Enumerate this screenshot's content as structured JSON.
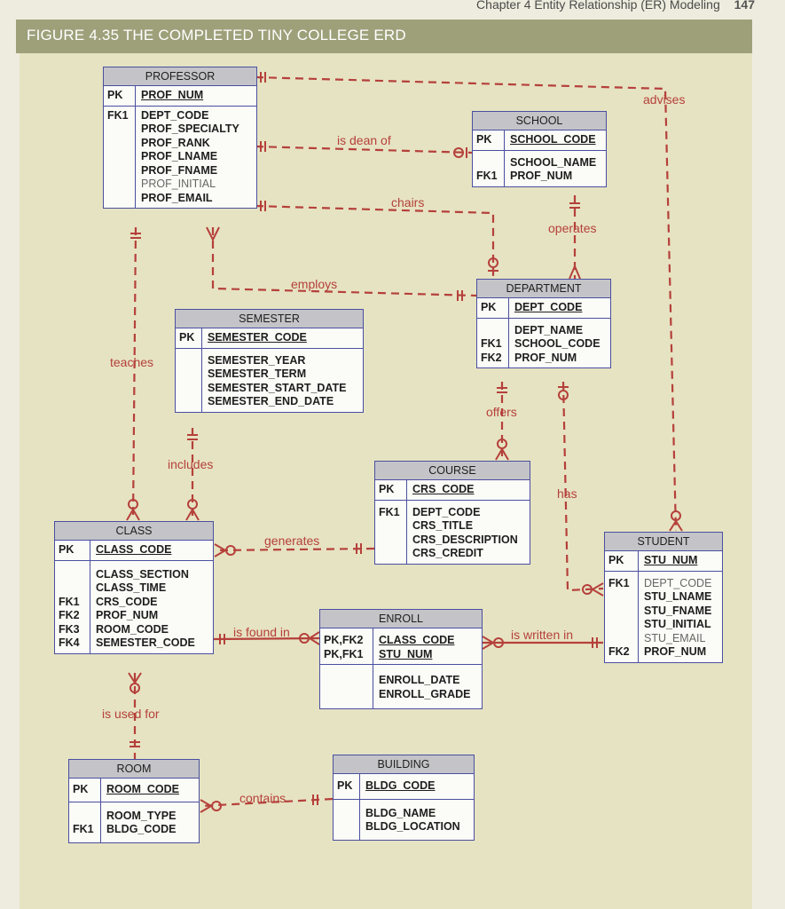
{
  "header": {
    "chapter": "Chapter 4   Entity Relationship (ER) Modeling",
    "page_number": "147"
  },
  "figure_title": "FIGURE 4.35  THE COMPLETED TINY COLLEGE ERD",
  "entities": {
    "professor": {
      "name": "PROFESSOR",
      "pk_keys": "PK",
      "pk_attrs": [
        "PROF_NUM"
      ],
      "fk_keys": [
        "FK1"
      ],
      "attrs": [
        "DEPT_CODE",
        "PROF_SPECIALTY",
        "PROF_RANK",
        "PROF_LNAME",
        "PROF_FNAME",
        "PROF_INITIAL",
        "PROF_EMAIL"
      ]
    },
    "school": {
      "name": "SCHOOL",
      "pk_keys": "PK",
      "pk_attrs": [
        "SCHOOL_CODE"
      ],
      "fk_keys": [
        "",
        "FK1"
      ],
      "attrs": [
        "SCHOOL_NAME",
        "PROF_NUM"
      ]
    },
    "department": {
      "name": "DEPARTMENT",
      "pk_keys": "PK",
      "pk_attrs": [
        "DEPT_CODE"
      ],
      "fk_keys": [
        "",
        "FK1",
        "FK2"
      ],
      "attrs": [
        "DEPT_NAME",
        "SCHOOL_CODE",
        "PROF_NUM"
      ]
    },
    "semester": {
      "name": "SEMESTER",
      "pk_keys": "PK",
      "pk_attrs": [
        "SEMESTER_CODE"
      ],
      "fk_keys": [],
      "attrs": [
        "SEMESTER_YEAR",
        "SEMESTER_TERM",
        "SEMESTER_START_DATE",
        "SEMESTER_END_DATE"
      ]
    },
    "course": {
      "name": "COURSE",
      "pk_keys": "PK",
      "pk_attrs": [
        "CRS_CODE"
      ],
      "fk_keys": [
        "FK1"
      ],
      "attrs": [
        "DEPT_CODE",
        "CRS_TITLE",
        "CRS_DESCRIPTION",
        "CRS_CREDIT"
      ]
    },
    "class": {
      "name": "CLASS",
      "pk_keys": "PK",
      "pk_attrs": [
        "CLASS_CODE"
      ],
      "fk_keys": [
        "",
        "",
        "FK1",
        "FK2",
        "FK3",
        "FK4"
      ],
      "attrs": [
        "CLASS_SECTION",
        "CLASS_TIME",
        "CRS_CODE",
        "PROF_NUM",
        "ROOM_CODE",
        "SEMESTER_CODE"
      ]
    },
    "student": {
      "name": "STUDENT",
      "pk_keys": "PK",
      "pk_attrs": [
        "STU_NUM"
      ],
      "fk_keys": [
        "FK1",
        "",
        "",
        "",
        "",
        "FK2"
      ],
      "attrs": [
        "DEPT_CODE",
        "STU_LNAME",
        "STU_FNAME",
        "STU_INITIAL",
        "STU_EMAIL",
        "PROF_NUM"
      ]
    },
    "enroll": {
      "name": "ENROLL",
      "pk_keys": [
        "PK,FK2",
        "PK,FK1"
      ],
      "pk_attrs": [
        "CLASS_CODE",
        "STU_NUM"
      ],
      "fk_keys": [],
      "attrs": [
        "ENROLL_DATE",
        "ENROLL_GRADE"
      ]
    },
    "room": {
      "name": "ROOM",
      "pk_keys": "PK",
      "pk_attrs": [
        "ROOM_CODE"
      ],
      "fk_keys": [
        "",
        "FK1"
      ],
      "attrs": [
        "ROOM_TYPE",
        "BLDG_CODE"
      ]
    },
    "building": {
      "name": "BUILDING",
      "pk_keys": "PK",
      "pk_attrs": [
        "BLDG_CODE"
      ],
      "fk_keys": [],
      "attrs": [
        "BLDG_NAME",
        "BLDG_LOCATION"
      ]
    }
  },
  "relationships": {
    "advises": "advises",
    "is_dean_of": "is dean of",
    "chairs": "chairs",
    "operates": "operates",
    "employs": "employs",
    "teaches": "teaches",
    "offers": "offers",
    "includes": "includes",
    "has": "has",
    "generates": "generates",
    "is_found_in": "is found in",
    "is_written_in": "is written in",
    "is_used_for": "is used for",
    "contains": "contains"
  },
  "colors": {
    "line": "#b5403b",
    "entity_border": "#4a4fa0",
    "entity_header": "#c4c4c8",
    "figure_bar": "#9ea07a",
    "panel": "#e6e3c2"
  }
}
